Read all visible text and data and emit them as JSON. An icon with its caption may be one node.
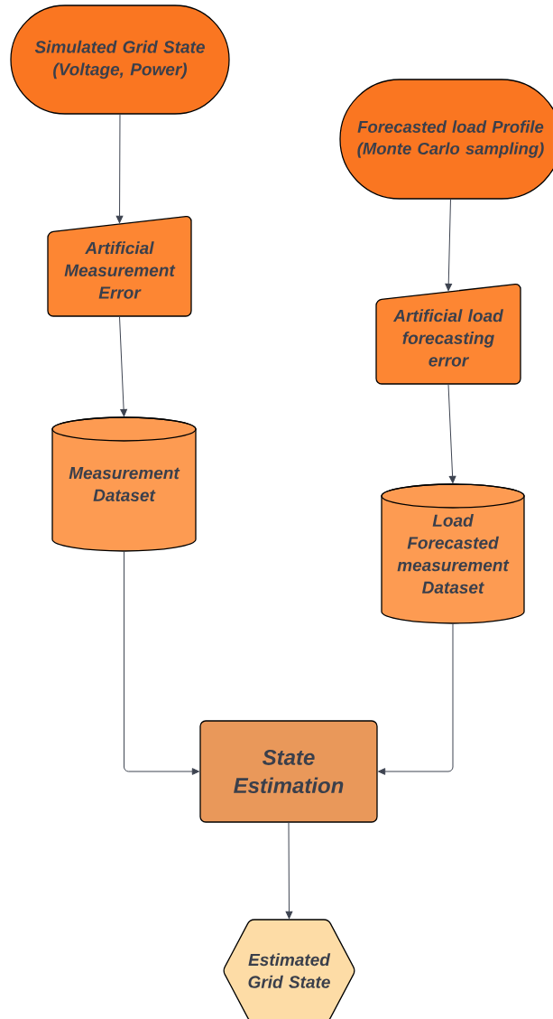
{
  "diagram": {
    "nodes": [
      {
        "text": [
          "Simulated Grid State (Voltage, Power)"
        ]
      },
      {
        "text": [
          "Forecasted load Profile (Monte Carlo sampling)"
        ]
      },
      {
        "text": [
          "Artificial Measurement Error"
        ]
      },
      {
        "text": [
          "Artificial load forecasting error"
        ]
      },
      {
        "text": [
          "Measurement Dataset"
        ]
      },
      {
        "text": [
          "Load Forecasted measurement Dataset"
        ]
      },
      {
        "text": [
          "State Estimation"
        ]
      },
      {
        "text": [
          "Estimated Grid State"
        ]
      }
    ],
    "edges": [
      {
        "from": 0,
        "to": 2,
        "arrow": "to"
      },
      {
        "from": 2,
        "to": 4,
        "arrow": "to"
      },
      {
        "from": 4,
        "to": 6,
        "arrow": "to"
      },
      {
        "from": 1,
        "to": 3,
        "arrow": "to"
      },
      {
        "from": 3,
        "to": 5,
        "arrow": "to"
      },
      {
        "from": 5,
        "to": 6,
        "arrow": "to"
      },
      {
        "from": 6,
        "to": 7,
        "arrow": "to"
      }
    ]
  }
}
